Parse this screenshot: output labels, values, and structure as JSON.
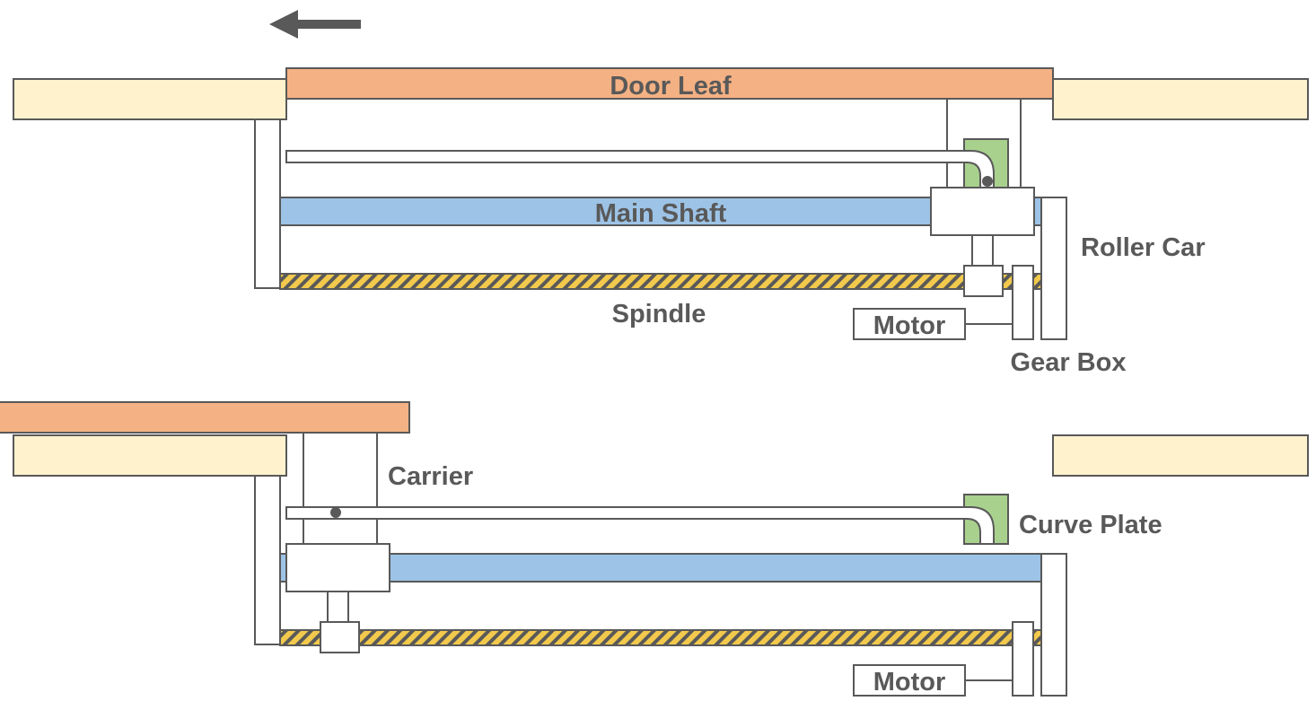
{
  "labels": {
    "door_leaf": "Door Leaf",
    "main_shaft": "Main Shaft",
    "roller_car": "Roller Car",
    "spindle": "Spindle",
    "motor_top": "Motor",
    "gear_box": "Gear Box",
    "carrier": "Carrier",
    "curve_plate": "Curve Plate",
    "motor_bottom": "Motor"
  },
  "colors": {
    "door_leaf": "#F4B183",
    "wall": "#FFF2CC",
    "main_shaft": "#9DC3E6",
    "curve_plate": "#A9D18E",
    "spindle_stripe_a": "#F2C94C",
    "spindle_stripe_b": "#595959",
    "outline": "#595959",
    "arrow": "#595959"
  },
  "icons": {
    "direction": "arrow-left-icon"
  }
}
